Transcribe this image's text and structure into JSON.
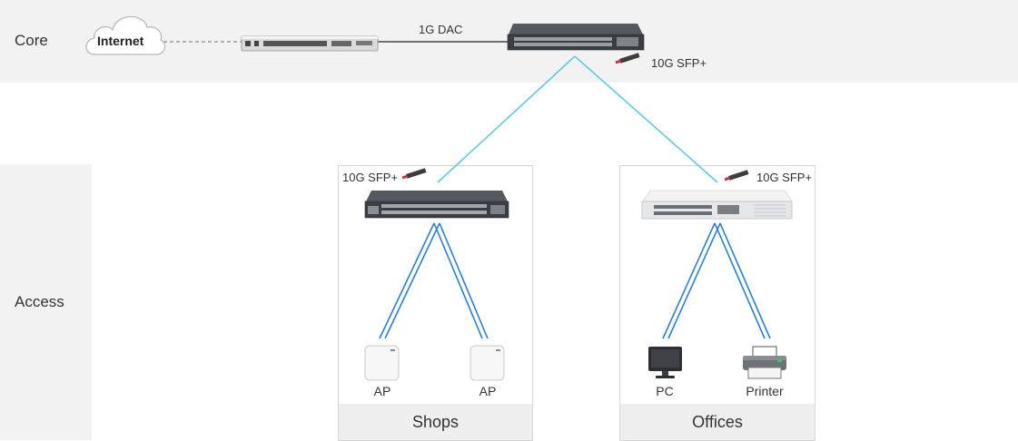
{
  "rows": {
    "core": "Core",
    "access": "Access"
  },
  "internet": {
    "label": "Internet"
  },
  "links": {
    "dac": "1G DAC",
    "sfp_core": "10G SFP+",
    "sfp_shops": "10G SFP+",
    "sfp_offices": "10G SFP+"
  },
  "groups": {
    "shops": {
      "title": "Shops",
      "devices": [
        "AP",
        "AP"
      ]
    },
    "offices": {
      "title": "Offices",
      "devices": [
        "PC",
        "Printer"
      ]
    }
  },
  "colors": {
    "fiber_link": "#5fc9e6",
    "ethernet_link": "#2b7fd4",
    "band": "#f2f2f2",
    "switch_dark": "#3a3d42",
    "switch_light": "#e6e7e9"
  }
}
